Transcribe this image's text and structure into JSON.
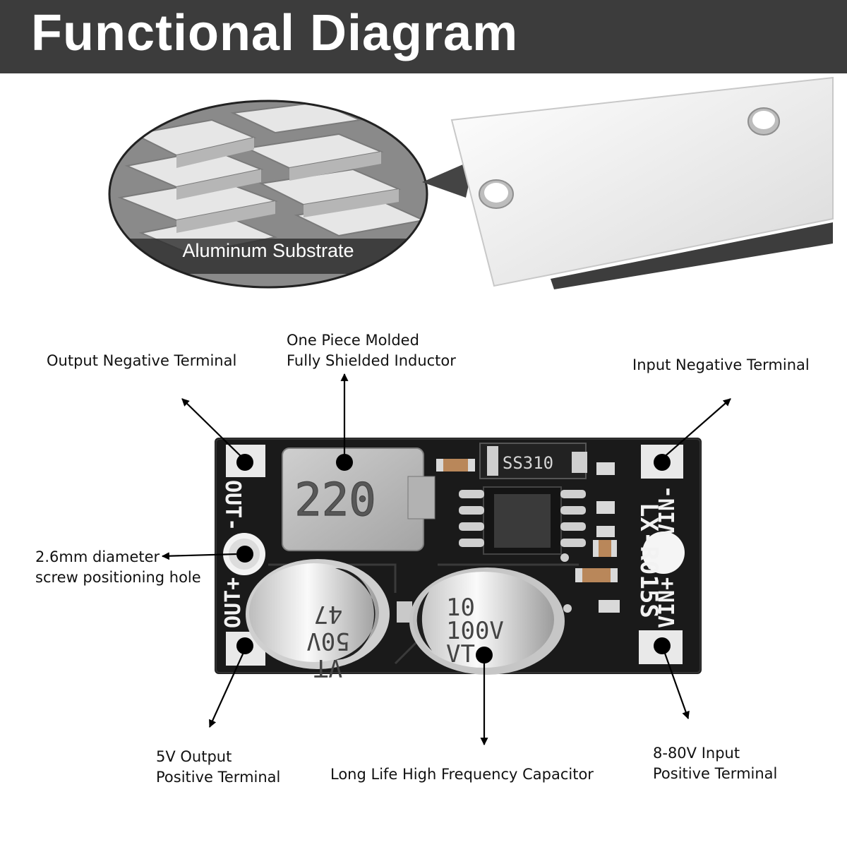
{
  "header": {
    "title": "Functional Diagram"
  },
  "substrate": {
    "label": "Aluminum Substrate"
  },
  "pcb": {
    "model": "LX-R015S",
    "inductor_marking": "220",
    "diode_marking": "SS310",
    "cap_small": {
      "line1": "47",
      "line2": "50V",
      "line3": "VT"
    },
    "cap_large": {
      "line1": "10",
      "line2": "100V",
      "line3": "VT"
    },
    "silk_out_neg": "OUT-",
    "silk_out_pos": "OUT+",
    "silk_vin_neg": "VIN-",
    "silk_vin_pos": "VIN+"
  },
  "callouts": {
    "output_negative": "Output Negative Terminal",
    "inductor_line1": "One Piece Molded",
    "inductor_line2": "Fully Shielded Inductor",
    "input_negative": "Input Negative Terminal",
    "hole_line1": "2.6mm diameter",
    "hole_line2": "screw positioning hole",
    "output_positive_line1": "5V Output",
    "output_positive_line2": "Positive Terminal",
    "capacitor": "Long Life High Frequency Capacitor",
    "input_positive_line1": "8-80V Input",
    "input_positive_line2": "Positive Terminal"
  },
  "colors": {
    "header_bg": "#3c3c3c",
    "pcb": "#1a1a1a",
    "pad": "#e9e9e9",
    "text": "#111111"
  }
}
